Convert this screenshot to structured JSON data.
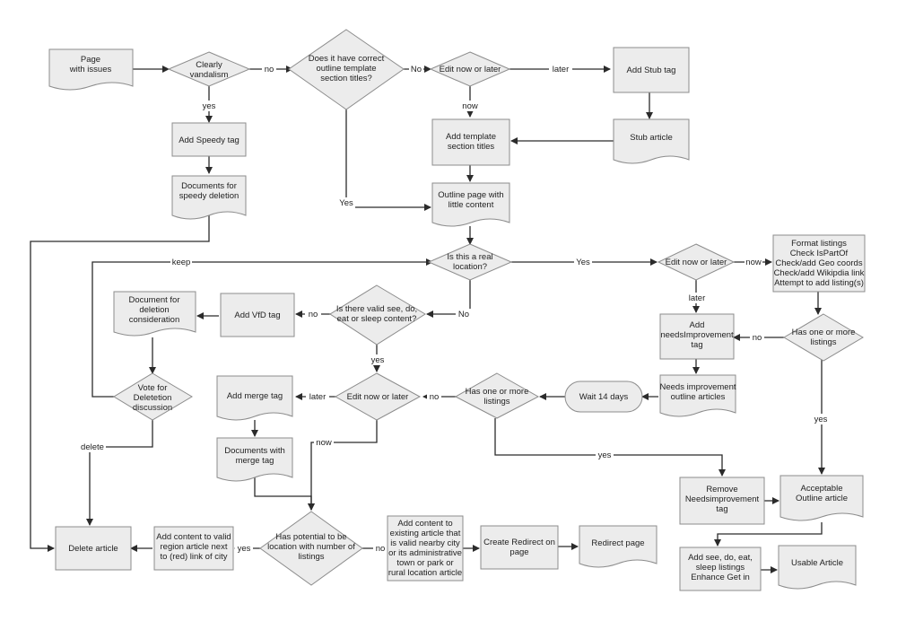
{
  "nodes": {
    "page_with_issues": [
      "Page",
      "with issues"
    ],
    "clearly_vandalism": [
      "Clearly",
      "vandalism"
    ],
    "correct_outline": [
      "Does it have correct",
      "outline template",
      "section titles?"
    ],
    "edit_now_or_later_1": [
      "Edit now or later"
    ],
    "add_stub_tag": [
      "Add Stub tag"
    ],
    "add_speedy_tag": [
      "Add Speedy tag"
    ],
    "docs_speedy_deletion": [
      "Documents for",
      "speedy deletion"
    ],
    "add_template_titles": [
      "Add template",
      "section titles"
    ],
    "stub_article": [
      "Stub article"
    ],
    "outline_little_content": [
      "Outline page with",
      "little content"
    ],
    "is_real_location": [
      "Is this a real",
      "location?"
    ],
    "edit_now_or_later_2": [
      "Edit now or later"
    ],
    "format_listings": [
      "Format listings",
      "Check IsPartOf",
      "Check/add Geo coords",
      "Check/add Wikipdia link",
      "Attempt to add listing(s)"
    ],
    "doc_deletion_consideration": [
      "Document for",
      "deletion",
      "consideration"
    ],
    "add_vfd_tag": [
      "Add VfD tag"
    ],
    "valid_see_do": [
      "Is there valid see, do,",
      "eat or sleep content?"
    ],
    "add_needs_improvement": [
      "Add",
      "needsImprovement",
      "tag"
    ],
    "one_or_more_listings_1": [
      "Has one or more",
      "listings"
    ],
    "vote_for_deletion": [
      "Vote for",
      "Deletetion",
      "discussion"
    ],
    "add_merge_tag": [
      "Add merge tag"
    ],
    "edit_now_or_later_3": [
      "Edit now or later"
    ],
    "one_or_more_listings_2": [
      "Has one or more",
      "listings"
    ],
    "wait_14_days": [
      "Wait 14 days"
    ],
    "needs_improvement_outline": [
      "Needs improvement",
      "outline articles"
    ],
    "docs_with_merge_tag": [
      "Documents with",
      "merge tag"
    ],
    "remove_needs_improvement": [
      "Remove",
      "Needsimprovement",
      "tag"
    ],
    "acceptable_outline": [
      "Acceptable",
      "Outline article"
    ],
    "delete_article": [
      "Delete article"
    ],
    "add_content_region": [
      "Add content to valid",
      "region article next",
      "to (red) link of city"
    ],
    "potential_location": [
      "Has potential to be",
      "location with number of",
      "listings"
    ],
    "add_content_existing": [
      "Add content to",
      "existing article that",
      "is valid nearby city",
      "or its administrative",
      "town or park or",
      "rural location article"
    ],
    "create_redirect": [
      "Create Redirect on",
      "page"
    ],
    "redirect_page": [
      "Redirect page"
    ],
    "add_see_do_eat": [
      "Add see, do, eat,",
      "sleep listings",
      "Enhance Get in"
    ],
    "usable_article": [
      "Usable Article"
    ]
  },
  "edge_labels": {
    "no_a": "no",
    "no_b": "No",
    "later_a": "later",
    "yes_a": "yes",
    "now_a": "now",
    "yes_b": "Yes",
    "keep": "keep",
    "yes_c": "Yes",
    "now_b": "now",
    "later_b": "later",
    "no_c": "No",
    "no_d": "no",
    "no_e": "no",
    "yes_d": "yes",
    "later_c": "later",
    "no_f": "no",
    "yes_e": "yes",
    "delete": "delete",
    "now_c": "now",
    "yes_f": "yes",
    "yes_g": "yes",
    "no_g": "no"
  }
}
